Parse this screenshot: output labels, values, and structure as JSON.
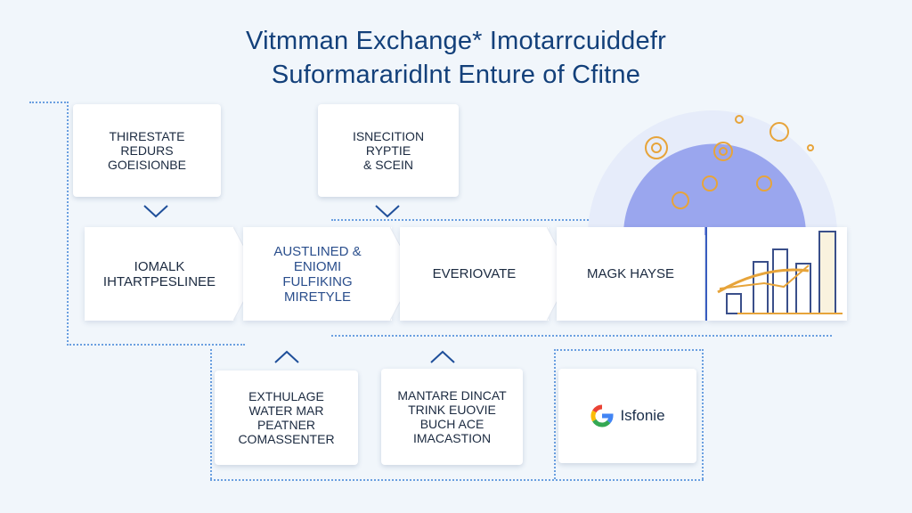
{
  "title": {
    "line1": "Vitmman Exchange* Imotarrcuiddefr",
    "line2": "Suformararidlnt Enture of Cfitne"
  },
  "top_boxes": [
    {
      "text": "Thirestate\nredurs\nGoeisionbe"
    },
    {
      "text": "Isnecition\nryptie\n& scein"
    }
  ],
  "process_row": [
    {
      "text": "Iomalk\nIhtartpeslinee"
    },
    {
      "text": "Austlined &\nEniomi\nFulfiking\nMiretyle"
    },
    {
      "text": "Everiovate"
    },
    {
      "text": "Magk Hayse"
    }
  ],
  "bottom_boxes": [
    {
      "text": "Exthulage\nwater mar\npeatner\ncomassenter"
    },
    {
      "text": "Mantare dincat\ntrink euovie\nbuch ace\nimacastion"
    },
    {
      "text": "Isfonie"
    }
  ],
  "colors": {
    "background": "#f1f6fb",
    "title": "#13407a",
    "dotted_line": "#6a9fe0",
    "arc_fill": "#9aa6ee",
    "accent_gold": "#e7a43a",
    "logo_blue": "#4285f4",
    "logo_red": "#ea4335",
    "logo_yellow": "#fbbc05",
    "logo_green": "#34a853"
  },
  "icons": [
    "gear-icon",
    "lightbulb-icon",
    "bar-chart-icon",
    "arrow-chevron-icon",
    "caret-up-icon",
    "caret-down-icon",
    "g-logo-icon"
  ]
}
